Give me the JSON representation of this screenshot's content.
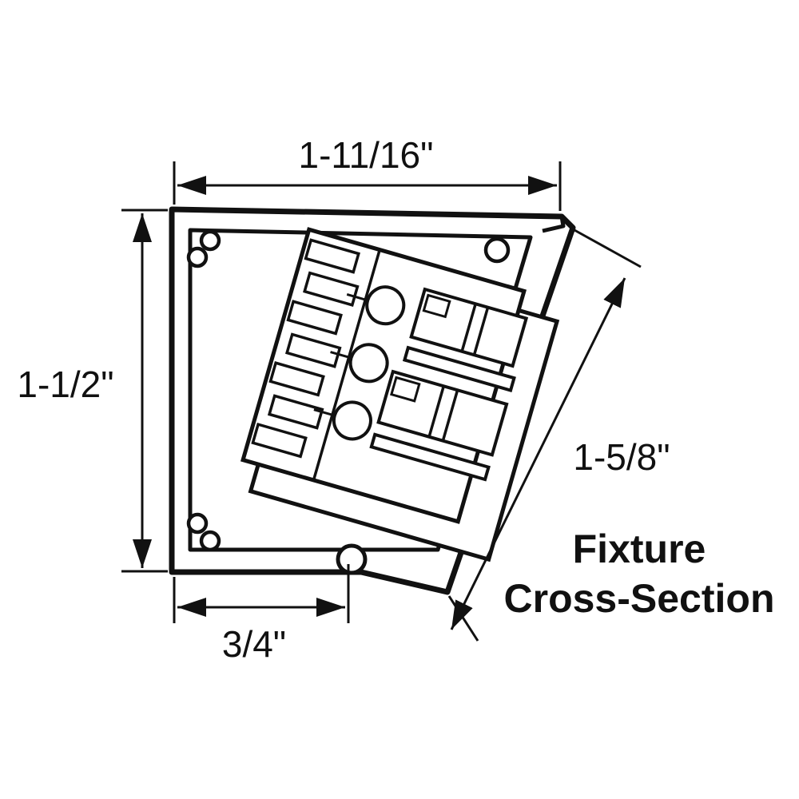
{
  "diagram": {
    "title": {
      "line1": "Fixture",
      "line2": "Cross-Section"
    },
    "dimensions": {
      "top": "1-11/16\"",
      "left": "1-1/2\"",
      "bottom": "3/4\"",
      "diagonal": "1-5/8\""
    },
    "colors": {
      "line": "#111111",
      "background": "#ffffff"
    }
  }
}
